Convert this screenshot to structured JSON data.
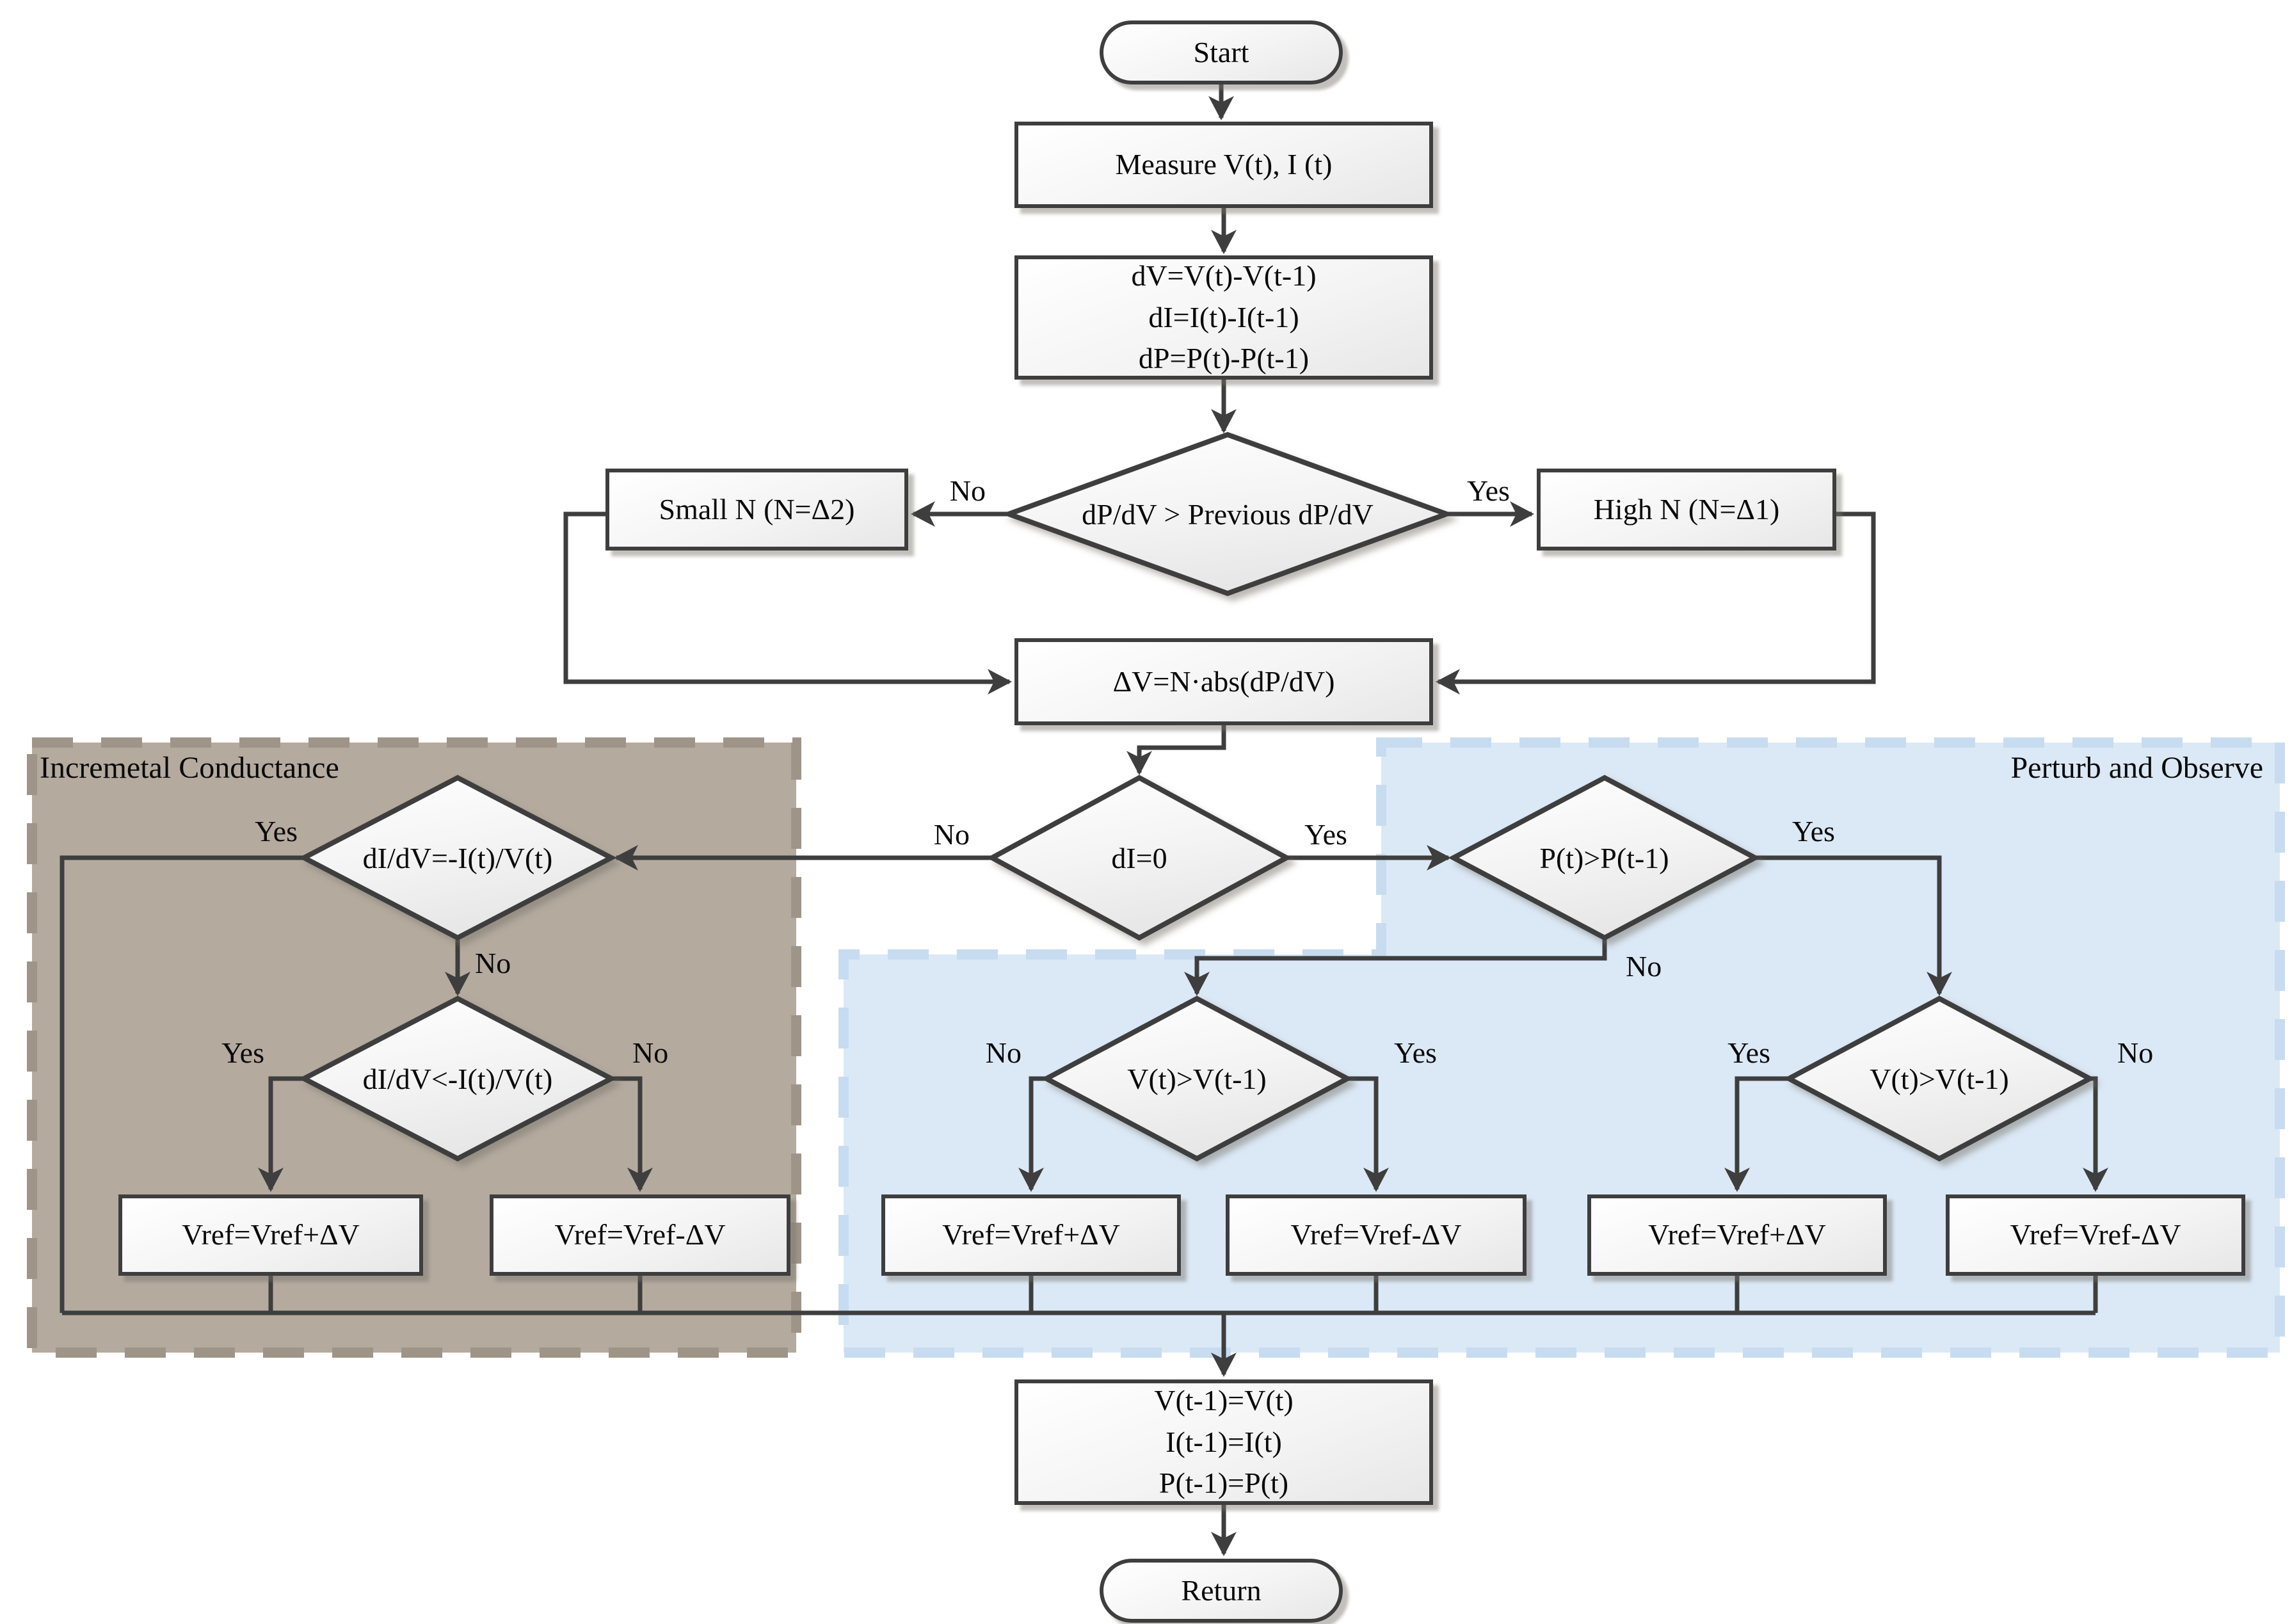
{
  "regions": {
    "incremental_conductance": {
      "label": "Incremetal Conductance",
      "fill": "#b4aa9e",
      "border": "#9f9488"
    },
    "perturb_observe": {
      "label": "Perturb and Observe",
      "fill": "#dbe9f6",
      "border": "#c7dcf0"
    }
  },
  "edge_labels": {
    "yes": "Yes",
    "no": "No"
  },
  "nodes": {
    "start": "Start",
    "measure": "Measure V(t), I (t)",
    "derivatives": {
      "line1": "dV=V(t)-V(t-1)",
      "line2": "dI=I(t)-I(t-1)",
      "line3": "dP=P(t)-P(t-1)"
    },
    "slope_check": "dP/dV > Previous dP/dV",
    "small_n": "Small N (N=Δ2)",
    "high_n": "High N (N=Δ1)",
    "delta_v": "ΔV=N·abs(dP/dV)",
    "di_zero": "dI=0",
    "inc_cond_equal": "dI/dV=-I(t)/V(t)",
    "inc_cond_less": "dI/dV<-I(t)/V(t)",
    "power_check": "P(t)>P(t-1)",
    "voltage_check": "V(t)>V(t-1)",
    "vref_plus": "Vref=Vref+ΔV",
    "vref_minus": "Vref=Vref-ΔV",
    "update": {
      "line1": "V(t-1)=V(t)",
      "line2": "I(t-1)=I(t)",
      "line3": "P(t-1)=P(t)"
    },
    "return": "Return"
  },
  "colors": {
    "connector": "#3e3e3e",
    "node_border": "#3e3e3e",
    "node_fill_top": "#ffffff",
    "node_fill_bottom": "#e7e7e7"
  }
}
